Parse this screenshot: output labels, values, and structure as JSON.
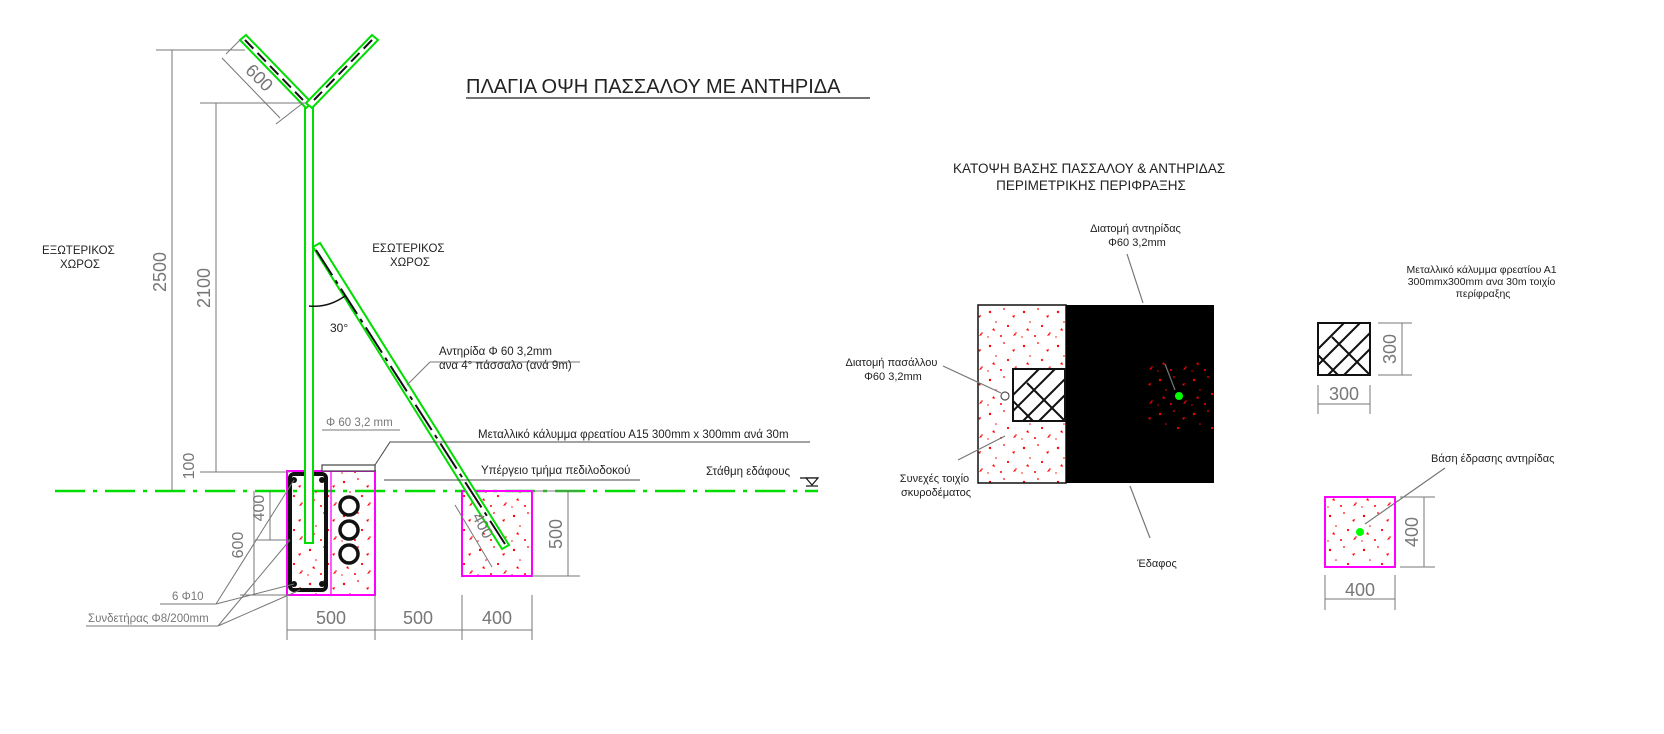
{
  "side_view": {
    "title": "ΠΛΑΓΙΑ ΟΨΗ ΠΑΣΣΑΛΟΥ ΜΕ ΑΝΤΗΡΙΔΑ",
    "left_zone": [
      "ΕΞΩΤΕΡΙΚΟΣ",
      "ΧΩΡΟΣ"
    ],
    "right_zone": [
      "ΕΣΩΤΕΡΙΚΟΣ",
      "ΧΩΡΟΣ"
    ],
    "angle": "30°",
    "brace_label": [
      "Αντηρίδα Φ 60 3,2mm",
      "ανα 4° πάσσαλο (ανά 9m)"
    ],
    "pipe_label": "Φ 60 3,2 mm",
    "cover_label": "Μεταλλικό κάλυμμα φρεατίου Α15 300mm x 300mm ανά 30m",
    "duct_label": "Υπέργειο τμήμα πεδιλοδοκού",
    "ground_label": "Στάθμη εδάφους",
    "rebar_label": "6 Φ10",
    "stirrup_label": "Συνδετήρας Φ8/200mm",
    "dims": {
      "arm": "600",
      "total_height": "2500",
      "post_height": "2100",
      "above_ground": "100",
      "below_400": "400",
      "below_600": "600",
      "brace_400": "400",
      "brace_500": "500",
      "bottom_500a": "500",
      "bottom_500b": "500",
      "bottom_400": "400"
    }
  },
  "plan_view": {
    "title": [
      "ΚΑΤΟΨΗ ΒΑΣΗΣ ΠΑΣΣΑΛΟΥ & ΑΝΤΗΡΙΔΑΣ",
      "ΠΕΡΙΜΕΤΡΙΚΗΣ ΠΕΡΙΦΡΑΞΗΣ"
    ],
    "brace_section": [
      "Διατομή αντηρίδας",
      "Φ60 3,2mm"
    ],
    "post_section": [
      "Διατομή πασάλλου",
      "Φ60 3,2mm"
    ],
    "wall": [
      "Συνεχές τοιχίο",
      "σκυροδέματος"
    ],
    "soil": "Έδαφος"
  },
  "details": {
    "cover_label": [
      "Μεταλλικό κάλυμμα φρεατίου Α1",
      "300mmx300mm ανα 30m τοιχίο",
      "περίφραξης"
    ],
    "cover_dim_v": "300",
    "cover_dim_h": "300",
    "base_label": "Βάση έδρασης αντηρίδας",
    "base_dim_v": "400",
    "base_dim_h": "400"
  },
  "colors": {
    "steel": "#00ff00",
    "footing_outline": "#ff00ff",
    "concrete_dots": "#ff0000",
    "dimension": "#808080"
  }
}
